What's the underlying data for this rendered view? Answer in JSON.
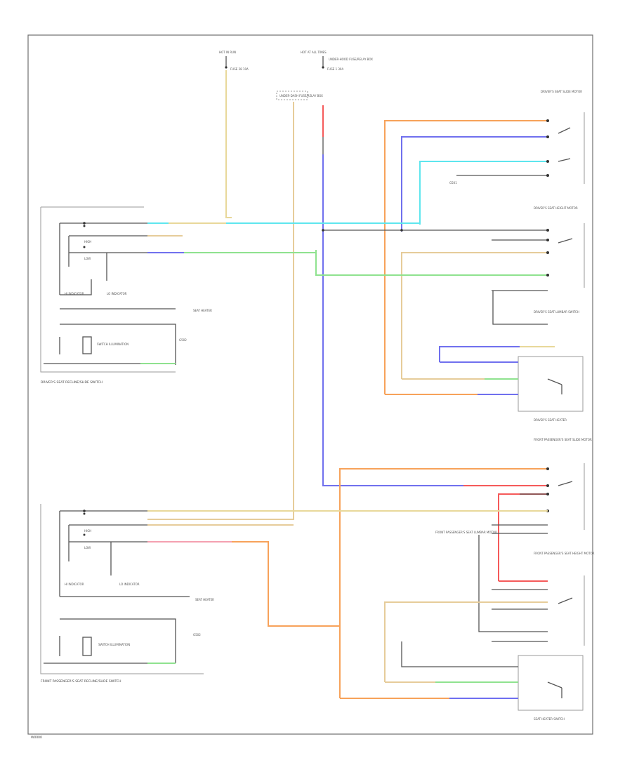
{
  "colors": {
    "orange": "#f7a25a",
    "blue": "#7070ee",
    "cyan": "#5ee6ee",
    "yellow": "#e8d89a",
    "green": "#8fe28f",
    "tan": "#e6cc9a",
    "red": "#f55a5a",
    "lightblue": "#6f6ff0",
    "pink": "#f4a0b0",
    "black": "#555555"
  },
  "labels": {
    "top_feed_left": "HOT IN RUN",
    "top_feed_right": "HOT AT ALL TIMES",
    "fuse_left": "FUSE 28 10A",
    "fuse_right": "FUSE 1 30A",
    "underhood_box": "UNDER-DASH FUSE/RELAY BOX",
    "underhood_box_right": "UNDER-HOOD FUSE/RELAY BOX",
    "driver_recline_switch": "DRIVER'S SEAT RECLINE/SLIDE SWITCH",
    "driver_slide_switch": "DRIVER'S SEAT SLIDE MOTOR",
    "driver_height_switch": "DRIVER'S SEAT HEIGHT MOTOR",
    "driver_lumbar": "DRIVER'S SEAT LUMBAR SWITCH",
    "driver_heater": "DRIVER'S SEAT HEATER",
    "seat_heater_switch": "SEAT HEATER SWITCH",
    "passenger_recline_switch": "FRONT PASSENGER'S SEAT RECLINE/SLIDE SWITCH",
    "passenger_slide_motor": "FRONT PASSENGER'S SEAT SLIDE MOTOR",
    "passenger_height_motor": "FRONT PASSENGER'S SEAT HEIGHT MOTOR",
    "passenger_lumbar": "FRONT PASSENGER'S SEAT LUMBAR MOTOR",
    "heater_left": "SEAT HEATER",
    "heater_right": "SEAT HEATER",
    "hi_indicator": "HI INDICATOR",
    "lo_indicator": "LO INDICATOR",
    "switch_illumination": "SWITCH ILLUMINATION",
    "ground_left": "G501",
    "ground_right": "G502",
    "diagram_id": "W0000"
  }
}
